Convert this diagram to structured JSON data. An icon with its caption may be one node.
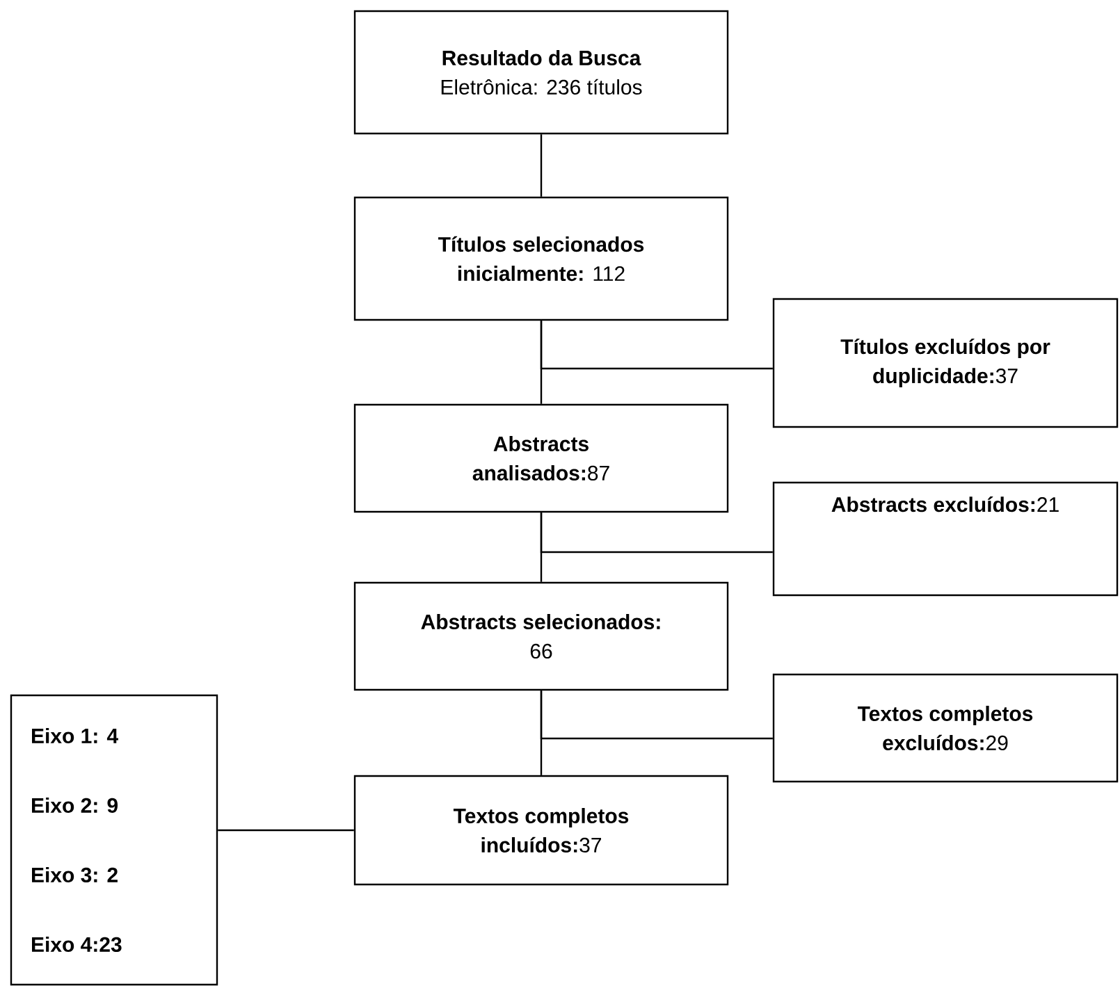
{
  "diagram": {
    "nodes": [
      {
        "text": [
          "Resultado da Busca",
          "Eletrônica: 236 títulos"
        ]
      },
      {
        "text": [
          "**Títulos selecionados inicialmente:** 112"
        ]
      },
      {
        "text": [
          "**Títulos excluídos por duplicidade:**37"
        ]
      },
      {
        "text": [
          "**Abstracts analisados:**87"
        ]
      },
      {
        "text": [
          "**Abstracts excluídos:**21"
        ]
      },
      {
        "text": [
          "**Abstracts selecionados:** 66"
        ]
      },
      {
        "text": [
          "**Textos completos excluídos:**29"
        ]
      },
      {
        "text": [
          "Eixo 1: 4",
          "Eixo 2: 9",
          "Eixo 3: 2",
          "Eixo 4:23"
        ]
      },
      {
        "text": [
          "**Textos completos incluídos:**37"
        ]
      }
    ],
    "edges": [
      {
        "from": 0,
        "to": 1,
        "arrow": "none"
      },
      {
        "from": 1,
        "to": 2,
        "arrow": "none"
      },
      {
        "from": 1,
        "to": 3,
        "arrow": "none"
      },
      {
        "from": 3,
        "to": 4,
        "arrow": "none"
      },
      {
        "from": 3,
        "to": 5,
        "arrow": "none"
      },
      {
        "from": 5,
        "to": 6,
        "arrow": "none"
      },
      {
        "from": 5,
        "to": 8,
        "arrow": "none"
      },
      {
        "from": 8,
        "to": 7,
        "arrow": "none"
      }
    ]
  }
}
